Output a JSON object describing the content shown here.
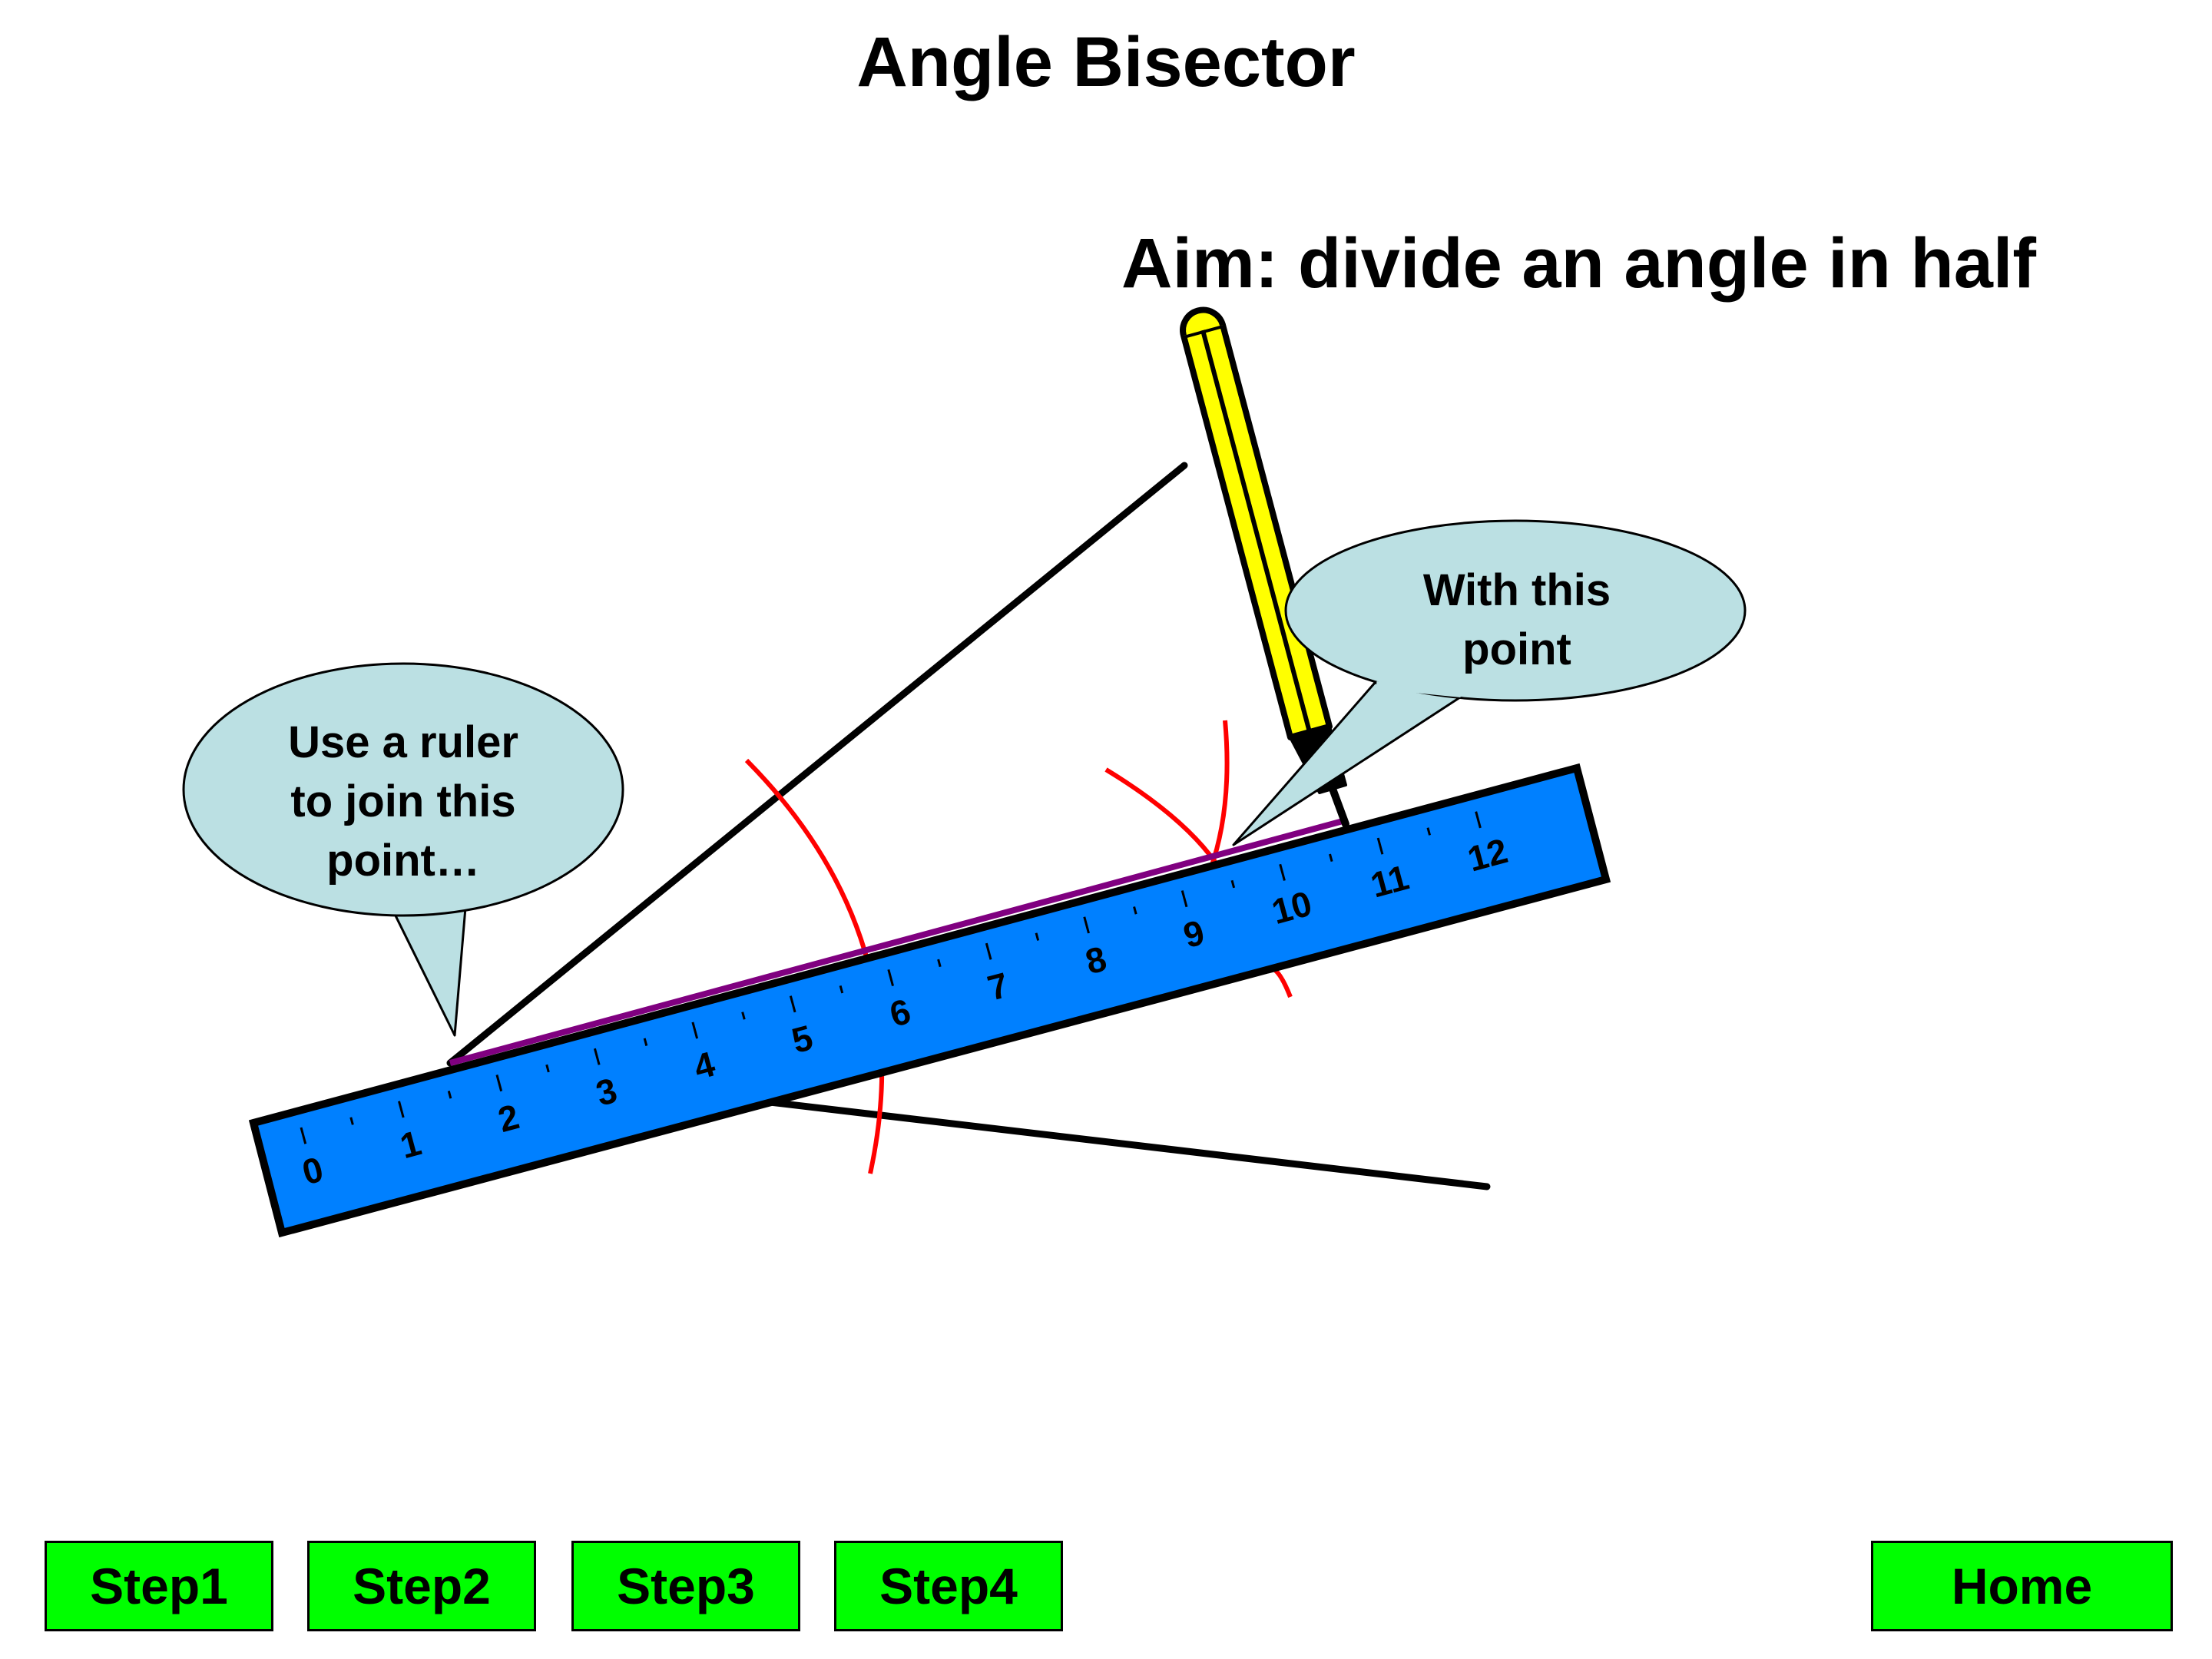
{
  "title": "Angle Bisector",
  "aim": "Aim: divide an angle in half",
  "callouts": {
    "left_line1": "Use a ruler",
    "left_line2": "to join this",
    "left_line3": "point…",
    "right_line1": "With this",
    "right_line2": "point"
  },
  "ruler": {
    "numbers": [
      "0",
      "1",
      "2",
      "3",
      "4",
      "5",
      "6",
      "7",
      "8",
      "9",
      "10",
      "11",
      "12"
    ]
  },
  "nav": {
    "step1": "Step1",
    "step2": "Step2",
    "step3": "Step3",
    "step4": "Step4",
    "home": "Home"
  },
  "colors": {
    "ruler_fill": "#0080ff",
    "callout_fill": "#bbe0e3",
    "arc_color": "#ff0000",
    "drawn_line": "#800080",
    "pencil_body": "#ffff00",
    "button_fill": "#00ff00"
  },
  "icons": {
    "pencil": "pencil-icon",
    "ruler": "ruler-icon"
  }
}
